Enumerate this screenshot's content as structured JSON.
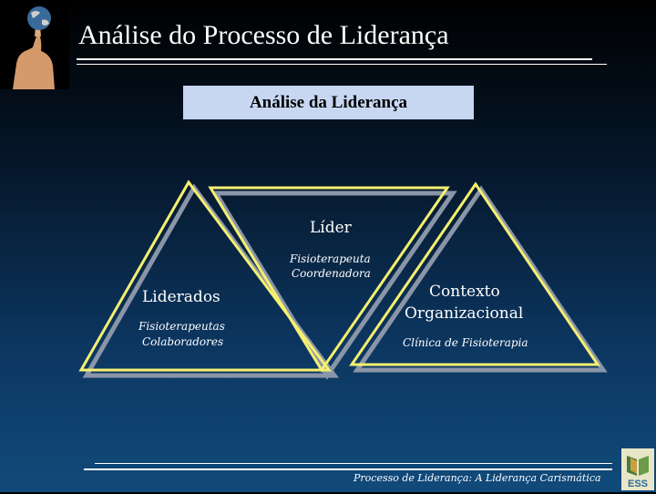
{
  "header": {
    "title": "Análise do Processo de Liderança"
  },
  "subtitle": "Análise da Liderança",
  "diagram": {
    "lider": {
      "label": "Líder",
      "detail_line1": "Fisioterapeuta",
      "detail_line2": "Coordenadora"
    },
    "liderados": {
      "label": "Liderados",
      "detail_line1": "Fisioterapeutas",
      "detail_line2": "Colaboradores"
    },
    "contexto": {
      "label_line1": "Contexto",
      "label_line2": "Organizacional",
      "detail": "Clínica de Fisioterapia"
    }
  },
  "footer": {
    "text": "Processo de Liderança: A Liderança Carismática",
    "logo_text": "ESS"
  },
  "colors": {
    "triangle_stroke": "#f5f06e",
    "triangle_shadow": "#8a95a8",
    "subtitle_bg": "#c7d7f2"
  }
}
